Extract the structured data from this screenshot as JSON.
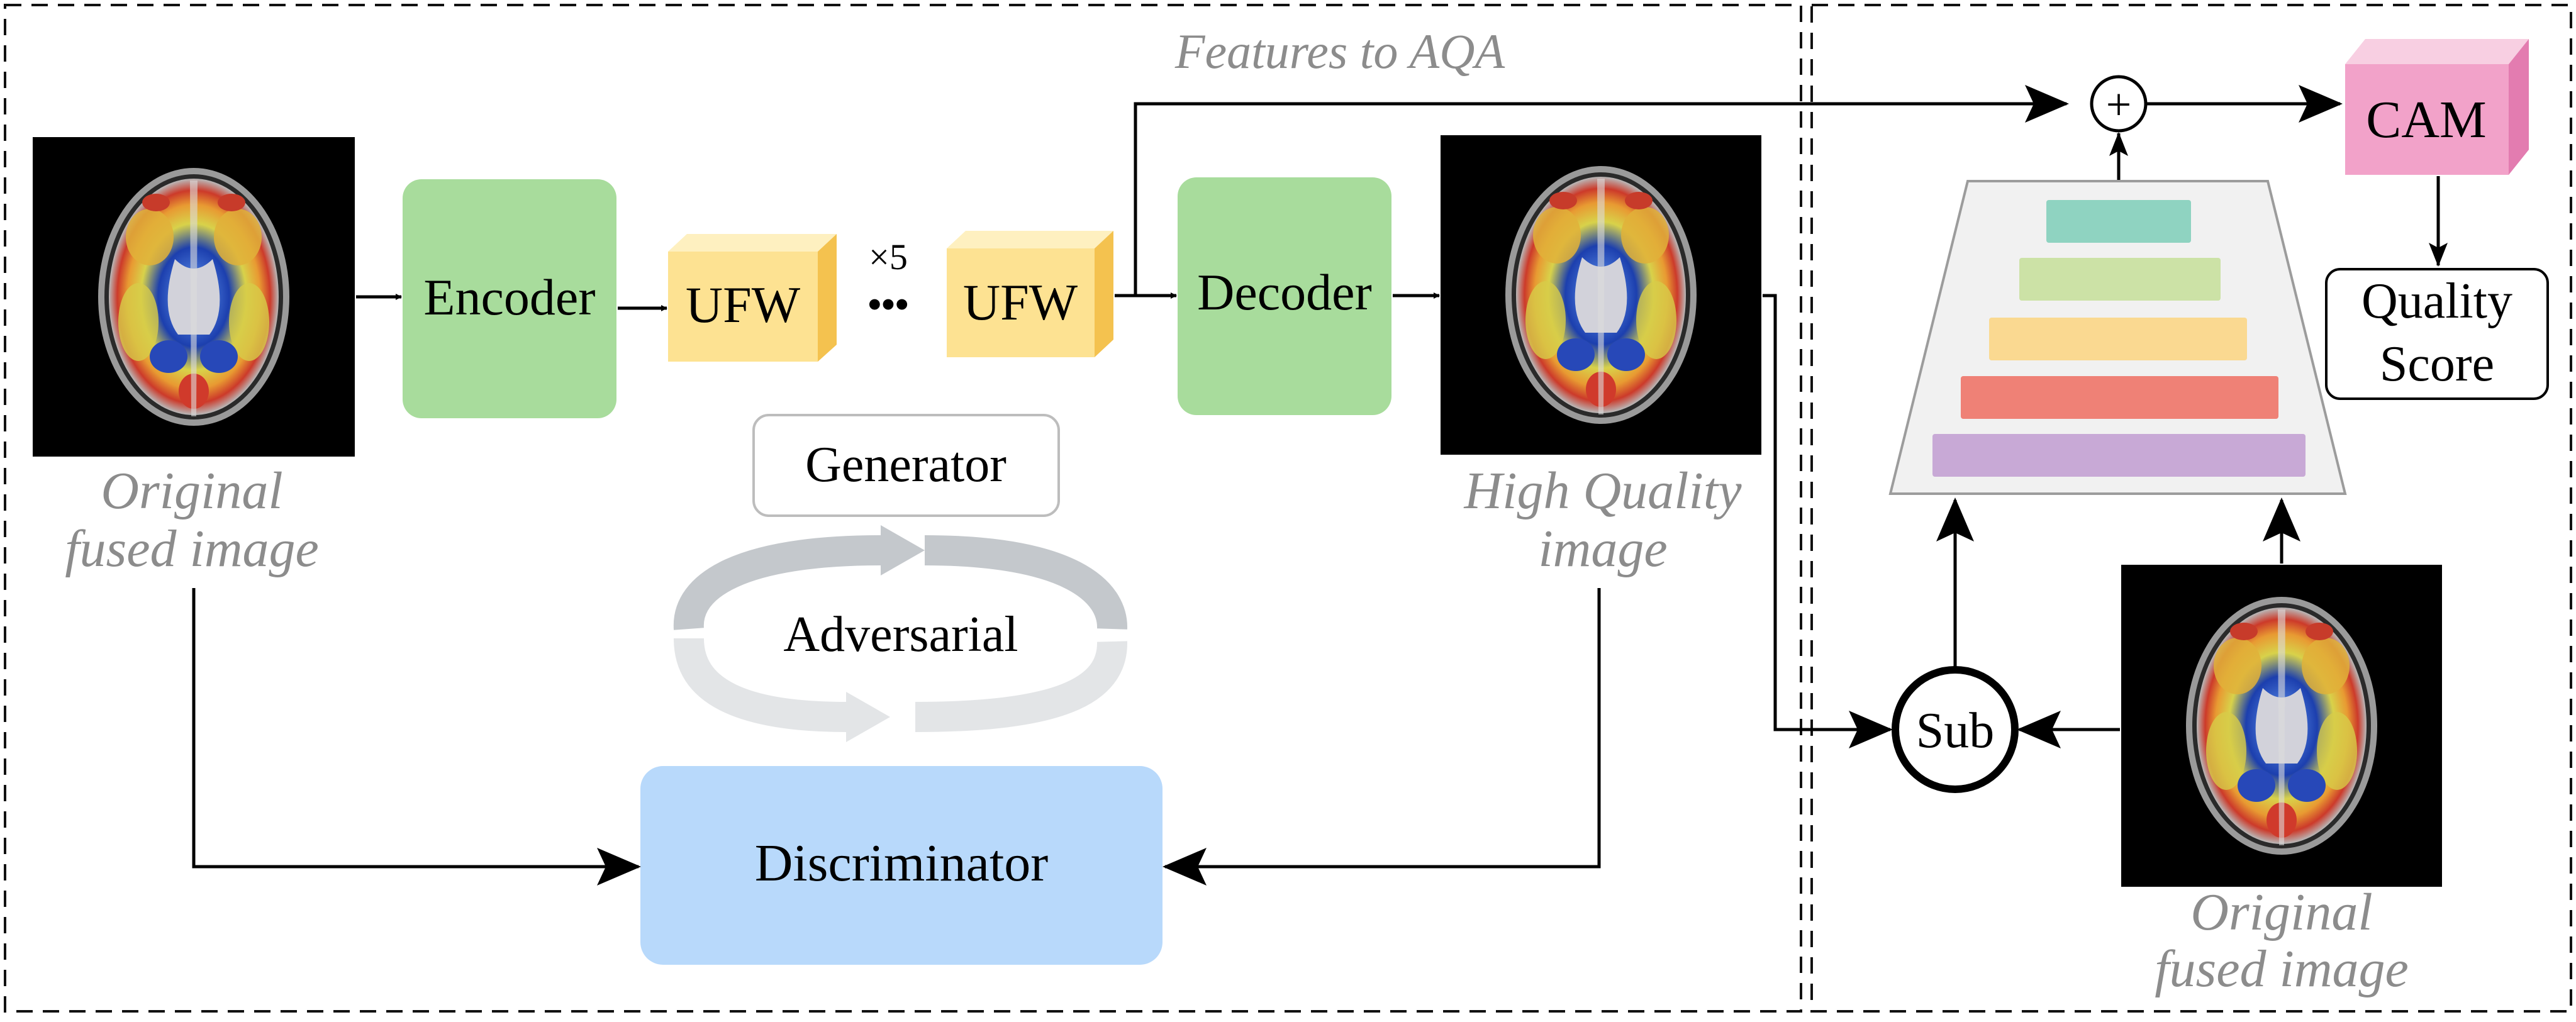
{
  "left_panel": {
    "caption_features": "Features to AQA",
    "encoder": "Encoder",
    "decoder": "Decoder",
    "ufw": "UFW",
    "repeat": "×5",
    "dots": "•••",
    "generator": "Generator",
    "adversarial": "Adversarial",
    "discriminator": "Discriminator",
    "input_caption": [
      "Original",
      "fused image"
    ],
    "output_caption": [
      "High Quality",
      "image"
    ]
  },
  "right_panel": {
    "plus": "+",
    "cam": "CAM",
    "quality_score": [
      "Quality",
      "Score"
    ],
    "sub": "Sub",
    "image_caption": [
      "Original",
      "fused image"
    ]
  },
  "colors": {
    "green_block": "#a8dc9c",
    "ufw_front": "#fde292",
    "ufw_top": "#fef0c0",
    "ufw_side": "#f4c24f",
    "discriminator": "#b8d9fb",
    "cam_front": "#f2a2c9",
    "cam_top": "#f8cfe2",
    "cam_side": "#e37cb0",
    "pyramid_fill": "#f1f1f1",
    "caption_gray": "#8c8c8c",
    "arc_gray": "#c4c8cc",
    "layer_teal": "#8fd3c1",
    "layer_lightgreen": "#cce2a6",
    "layer_yellow": "#fad991",
    "layer_salmon": "#ef8176",
    "layer_purple": "#c8a9d6"
  }
}
